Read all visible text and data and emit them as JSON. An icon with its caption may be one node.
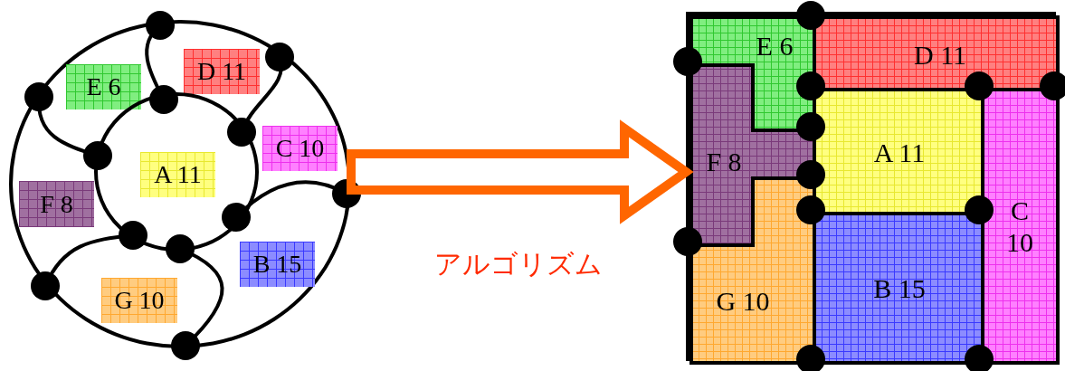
{
  "diagram": {
    "nodes": [
      {
        "text": [],
        "shape": "circle"
      },
      {
        "text": [
          "E 6"
        ],
        "in": 0
      },
      {
        "text": [
          "D 11"
        ],
        "in": 0
      },
      {
        "text": [
          "C 10"
        ],
        "in": 0
      },
      {
        "text": [
          "A 11"
        ],
        "in": 0
      },
      {
        "text": [
          "F 8"
        ],
        "in": 0
      },
      {
        "text": [
          "B 15"
        ],
        "in": 0
      },
      {
        "text": [
          "G 10"
        ],
        "in": 0
      },
      {
        "text": [],
        "shape": "box"
      },
      {
        "text": [
          "E 6"
        ],
        "in": 8
      },
      {
        "text": [
          "D 11"
        ],
        "in": 8
      },
      {
        "text": [
          "A 11"
        ],
        "in": 8
      },
      {
        "text": [
          "F 8"
        ],
        "in": 8
      },
      {
        "text": [
          "C 10"
        ],
        "in": 8
      },
      {
        "text": [
          "G 10"
        ],
        "in": 8
      },
      {
        "text": [
          "B 15"
        ],
        "in": 8
      }
    ],
    "edges": [
      {
        "from": 0,
        "to": 8,
        "arrow": "to",
        "label": "アルゴリズム",
        "style": "thick",
        "color": "#ff6600"
      }
    ]
  }
}
